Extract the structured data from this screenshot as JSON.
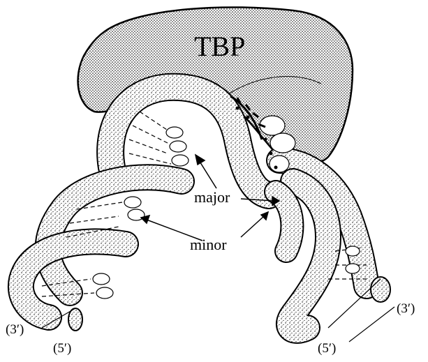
{
  "labels": {
    "protein": "TBP",
    "major_groove": "major",
    "minor_groove": "minor",
    "end_3_left": "(3′)",
    "end_5_left": "(5′)",
    "end_5_right": "(5′)",
    "end_3_right": "(3′)"
  }
}
